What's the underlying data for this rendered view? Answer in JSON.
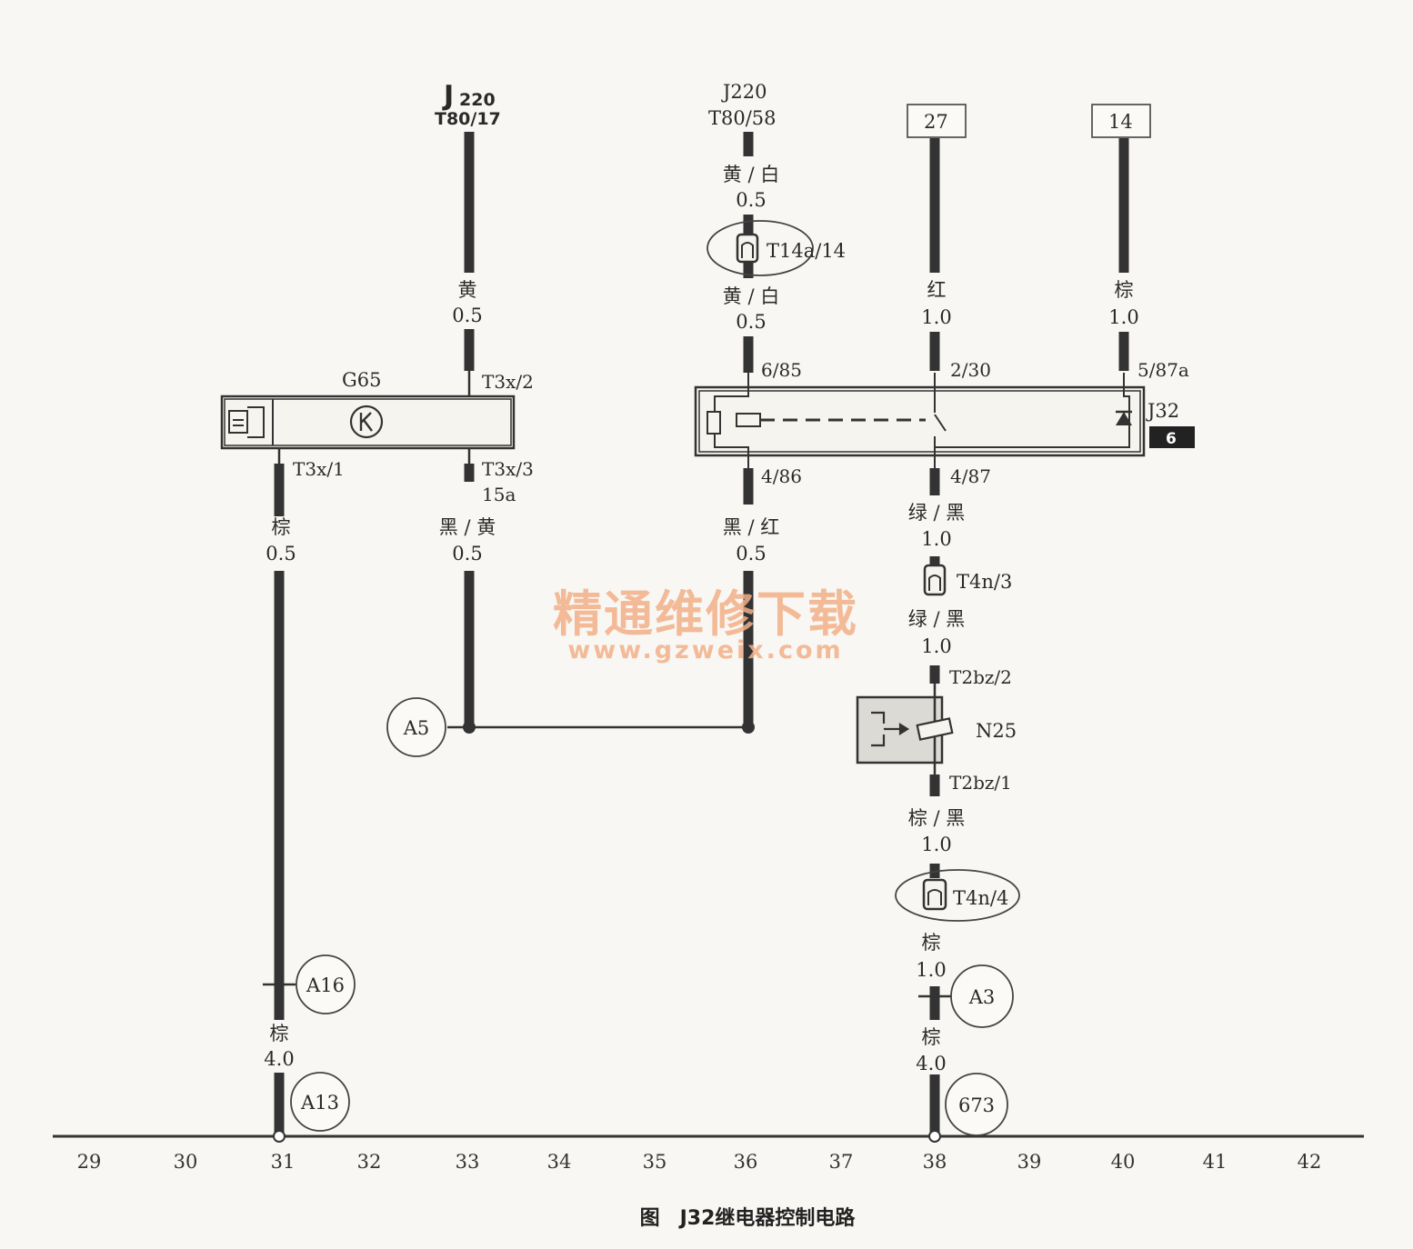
{
  "caption": "图　J32继电器控制电路",
  "watermark": {
    "title": "精通维修下载",
    "url": "www.gzweix.com"
  },
  "grid_numbers": [
    "29",
    "30",
    "31",
    "32",
    "33",
    "34",
    "35",
    "36",
    "37",
    "38",
    "39",
    "40",
    "41",
    "42"
  ],
  "sources": {
    "j220_a": {
      "name": "J",
      "sub": "220",
      "pin": "T80/17"
    },
    "j220_b": {
      "name": "J220",
      "pin": "T80/58"
    },
    "terminal_27": "27",
    "terminal_14": "14"
  },
  "components": {
    "g65": {
      "name": "G65",
      "pins": [
        "T3x/2",
        "T3x/1",
        "T3x/3",
        "15a"
      ]
    },
    "j32": {
      "name": "J32",
      "badge": "6",
      "pins": [
        "6/85",
        "2/30",
        "5/87a",
        "4/86",
        "4/87"
      ]
    },
    "n25": {
      "name": "N25",
      "pins": [
        "T2bz/2",
        "T2bz/1"
      ]
    }
  },
  "connectors": [
    "T14a/14",
    "T4n/3",
    "T4n/4"
  ],
  "grounds": [
    "A5",
    "A16",
    "A13",
    "A3",
    "673"
  ],
  "wire_labels": {
    "c33_top": {
      "color": "黄",
      "size": "0.5"
    },
    "c36_a": {
      "color": "黄 / 白",
      "size": "0.5"
    },
    "c36_b": {
      "color": "黄 / 白",
      "size": "0.5"
    },
    "c38_top": {
      "color": "红",
      "size": "1.0"
    },
    "c40_top": {
      "color": "棕",
      "size": "1.0"
    },
    "c31_mid": {
      "color": "棕",
      "size": "0.5"
    },
    "c33_mid": {
      "color": "黑 / 黄",
      "size": "0.5"
    },
    "c36_mid": {
      "color": "黑 / 红",
      "size": "0.5"
    },
    "c38_a": {
      "color": "绿 / 黑",
      "size": "1.0"
    },
    "c38_b": {
      "color": "绿 / 黑",
      "size": "1.0"
    },
    "c38_c": {
      "color": "棕 / 黑",
      "size": "1.0"
    },
    "c38_d": {
      "color": "棕",
      "size": "1.0"
    },
    "c38_e": {
      "color": "棕",
      "size": "4.0"
    },
    "c31_low": {
      "color": "棕",
      "size": "4.0"
    }
  }
}
